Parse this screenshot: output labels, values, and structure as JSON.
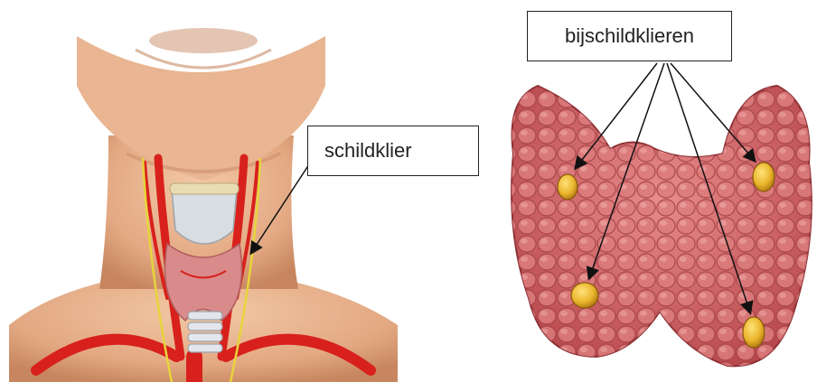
{
  "labels": {
    "thyroid": "schildklier",
    "parathyroid": "bijschildklieren"
  },
  "colors": {
    "skin": "#e8b48f",
    "skin_shadow": "#c98a66",
    "artery": "#d8211c",
    "nerve": "#e8d43a",
    "thyroid_tissue": "#d98a8a",
    "trachea": "#d8dde2",
    "gland_lobe": "#d7696b",
    "gland_cell_edge": "#b24b4e",
    "parathyroid": "#e8b22a"
  },
  "icons": [
    "neck-anatomy-illustration",
    "thyroid-gland-illustration",
    "parathyroid-gland-icon"
  ]
}
